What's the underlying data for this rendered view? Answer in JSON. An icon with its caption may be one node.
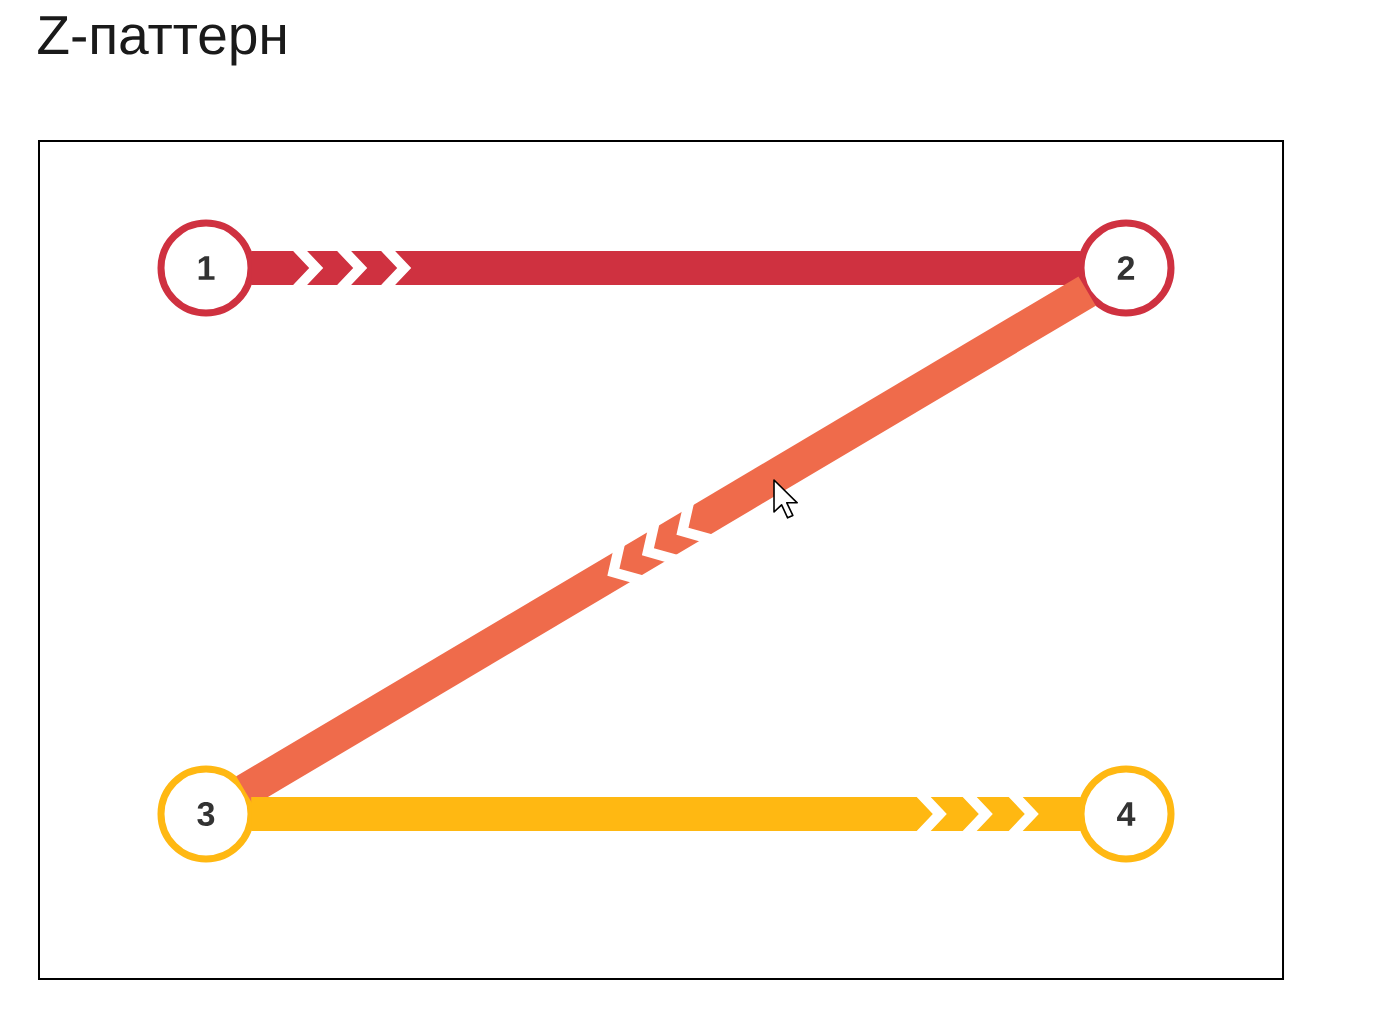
{
  "diagram": {
    "title": "Z-паттерн",
    "nodes": [
      {
        "text": [
          "1"
        ]
      },
      {
        "text": [
          "2"
        ]
      },
      {
        "text": [
          "3"
        ]
      },
      {
        "text": [
          "4"
        ]
      }
    ],
    "edges": [
      {
        "from": 0,
        "to": 1,
        "arrow": "to",
        "color": "#cf3140"
      },
      {
        "from": 1,
        "to": 2,
        "arrow": "to",
        "color": "#ef6b4b"
      },
      {
        "from": 2,
        "to": 3,
        "arrow": "to",
        "color": "#ffb812"
      }
    ]
  }
}
